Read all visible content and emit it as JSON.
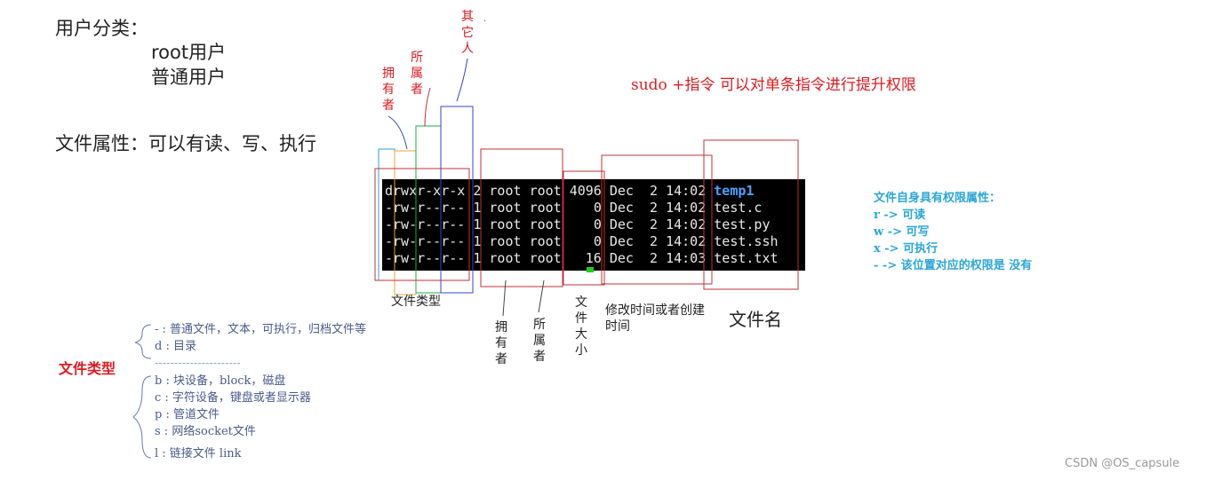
{
  "heading_user_types": "用户分类：",
  "user_root": "root用户",
  "user_normal": "普通用户",
  "file_attrs": "文件属性：可以有读、写、执行",
  "label_owner_top": "拥\n有\n者",
  "label_group_top": "所\n属\n者",
  "label_others_top": "其\n它\n人",
  "sudo_note": "sudo +指令   可以对单条指令进行提升权限",
  "terminal_rows": [
    {
      "perm": "drwxr-xr-x",
      "links": "2",
      "owner": "root",
      "group": "root",
      "size": "4096",
      "month": "Dec",
      "day": "2",
      "time": "14:02",
      "name": "temp1",
      "is_dir": true
    },
    {
      "perm": "-rw-r--r--",
      "links": "1",
      "owner": "root",
      "group": "root",
      "size": "0",
      "month": "Dec",
      "day": "2",
      "time": "14:02",
      "name": "test.c",
      "is_dir": false
    },
    {
      "perm": "-rw-r--r--",
      "links": "1",
      "owner": "root",
      "group": "root",
      "size": "0",
      "month": "Dec",
      "day": "2",
      "time": "14:02",
      "name": "test.py",
      "is_dir": false
    },
    {
      "perm": "-rw-r--r--",
      "links": "1",
      "owner": "root",
      "group": "root",
      "size": "0",
      "month": "Dec",
      "day": "2",
      "time": "14:02",
      "name": "test.ssh",
      "is_dir": false
    },
    {
      "perm": "-rw-r--r--",
      "links": "1",
      "owner": "root",
      "group": "root",
      "size": "16",
      "month": "Dec",
      "day": "2",
      "time": "14:03",
      "name": "test.txt",
      "is_dir": false
    }
  ],
  "label_file_type": "文件类型",
  "label_owner": "拥\n有\n者",
  "label_group": "所\n属\n者",
  "label_size": "文\n件\n大\n小",
  "label_mtime": "修改时间或者创建\n时间",
  "label_filename": "文件名",
  "perm_legend": {
    "title": "文件自身具有权限属性：",
    "items": [
      "r -> 可读",
      "w -> 可写",
      "x -> 可执行",
      "- -> 该位置对应的权限是 没有"
    ]
  },
  "file_types_title": "文件类型",
  "file_types_group1": [
    "- : 普通文件，文本，可执行，归档文件等",
    "d : 目录"
  ],
  "file_types_separator": "----------------------",
  "file_types_group2": [
    "b : 块设备，block，磁盘",
    "c : 字符设备，键盘或者显示器",
    "p : 管道文件",
    "s : 网络socket文件",
    "l : 链接文件 link"
  ],
  "watermark": "CSDN @OS_capsule",
  "colors": {
    "annotation_red": "#e0191f",
    "legend_cyan": "#2aa6d6",
    "terminal_bg": "#000000",
    "dir_blue": "#4aa3ff"
  }
}
